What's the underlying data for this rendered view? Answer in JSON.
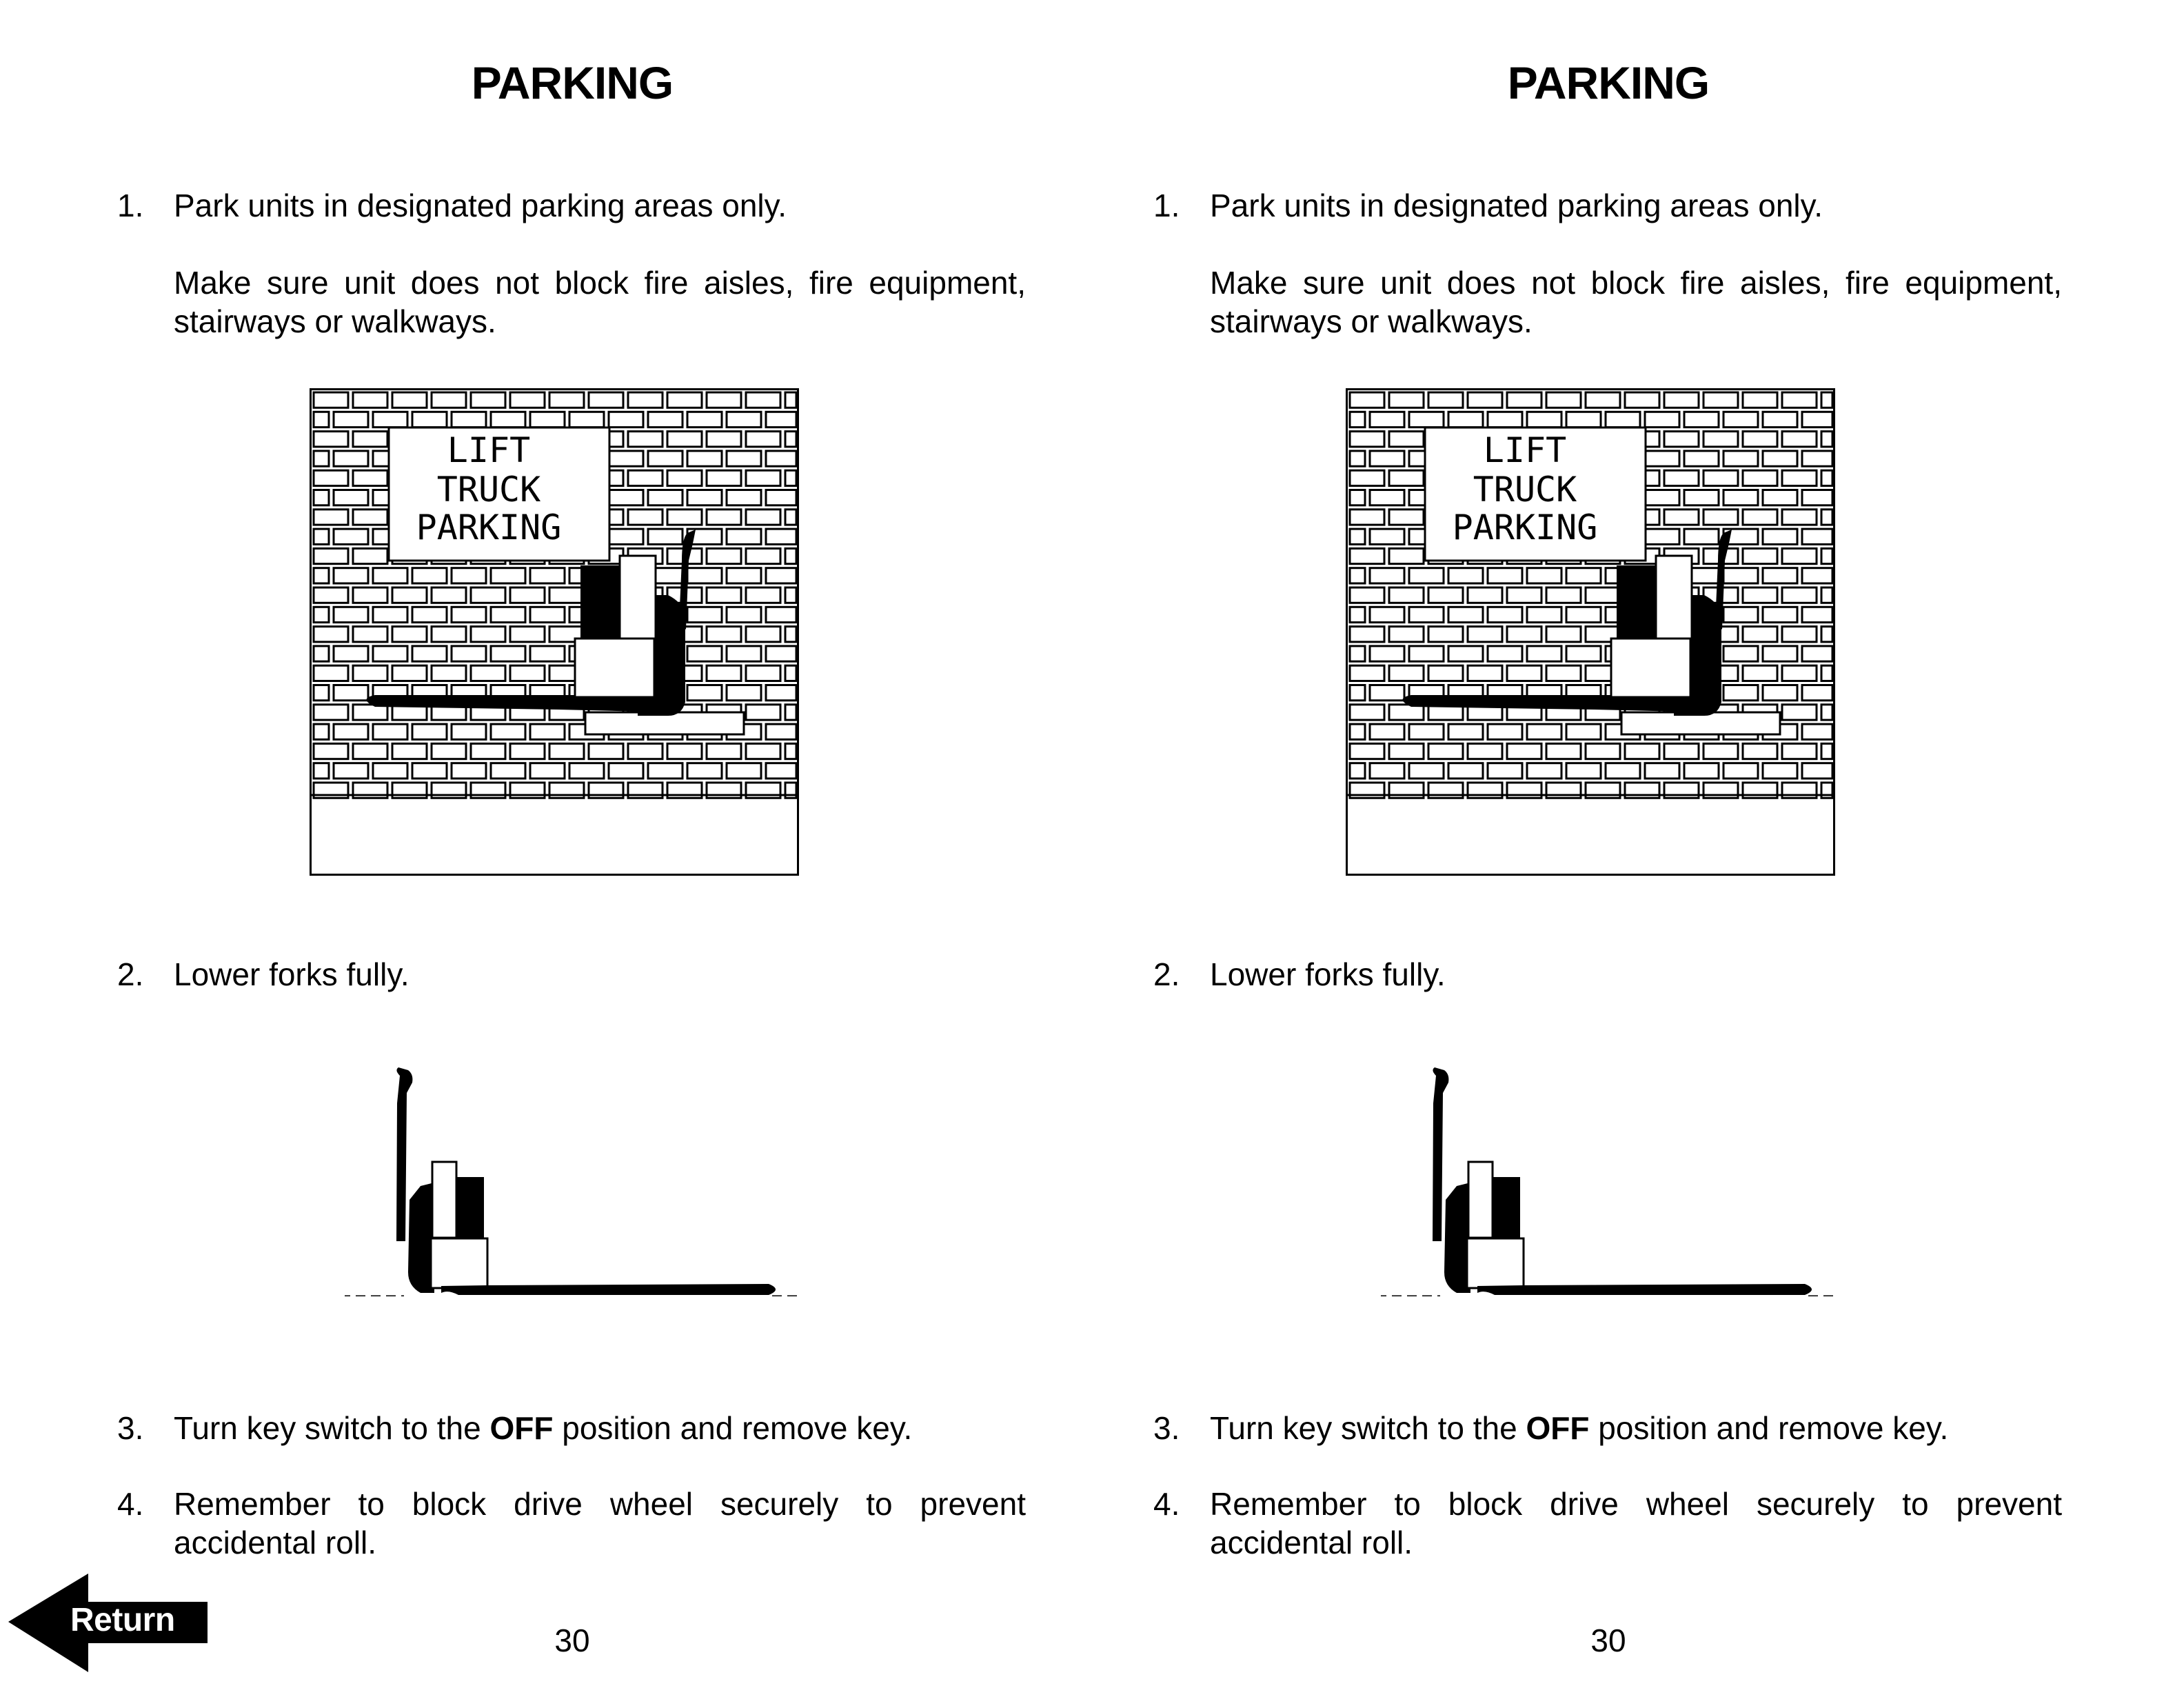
{
  "pages": [
    {
      "title": "PARKING",
      "items": [
        {
          "num": "1.",
          "text": "Park units in designated parking areas only."
        },
        {
          "text": "Make sure unit does not block fire aisles, fire equipment, stairways or walkways."
        },
        {
          "num": "2.",
          "text": "Lower forks fully."
        },
        {
          "num": "3.",
          "pre": "Turn key switch to the ",
          "bold": "OFF",
          "post": " position and remove key."
        },
        {
          "num": "4.",
          "text": "Remember to block drive wheel securely to prevent accidental roll."
        }
      ],
      "sign_lines": [
        "LIFT",
        "TRUCK",
        "PARKING"
      ],
      "page_number": "30"
    },
    {
      "title": "PARKING",
      "items": [
        {
          "num": "1.",
          "text": "Park units in designated parking areas only."
        },
        {
          "text": "Make sure unit does not block fire aisles, fire equipment, stairways or walkways."
        },
        {
          "num": "2.",
          "text": "Lower forks fully."
        },
        {
          "num": "3.",
          "pre": "Turn key switch to the ",
          "bold": "OFF",
          "post": " position and remove key."
        },
        {
          "num": "4.",
          "text": "Remember to block drive wheel securely to prevent accidental roll."
        }
      ],
      "sign_lines": [
        "LIFT",
        "TRUCK",
        "PARKING"
      ],
      "page_number": "30"
    }
  ],
  "nav": {
    "return_label": "Return",
    "return_icon": "left-arrow-icon"
  }
}
